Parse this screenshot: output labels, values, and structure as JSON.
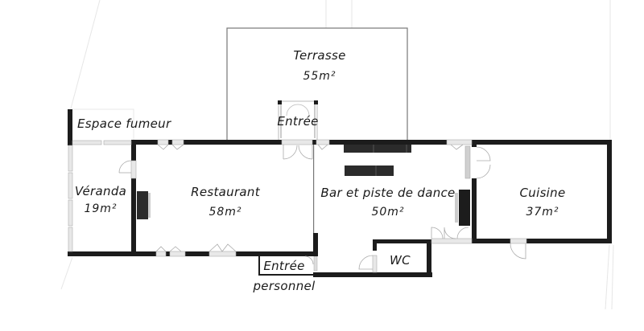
{
  "plan": {
    "rooms": [
      {
        "id": "terrasse",
        "name": "Terrasse",
        "area": "55m²"
      },
      {
        "id": "espace-fumeur",
        "name": "Espace fumeur",
        "area": ""
      },
      {
        "id": "entree",
        "name": "Entrée",
        "area": ""
      },
      {
        "id": "veranda",
        "name": "Véranda",
        "area": "19m²"
      },
      {
        "id": "restaurant",
        "name": "Restaurant",
        "area": "58m²"
      },
      {
        "id": "bar",
        "name": "Bar et piste de dance",
        "area": "50m²"
      },
      {
        "id": "cuisine",
        "name": "Cuisine",
        "area": "37m²"
      },
      {
        "id": "wc",
        "name": "WC",
        "area": ""
      },
      {
        "id": "entree-personnel",
        "name": "Entrée",
        "area": "personnel"
      }
    ],
    "colors": {
      "wall": "#1c1c1c",
      "thin_line": "#777777",
      "door": "#aaaaaa",
      "window": "#dddddd",
      "background": "#ffffff"
    }
  }
}
